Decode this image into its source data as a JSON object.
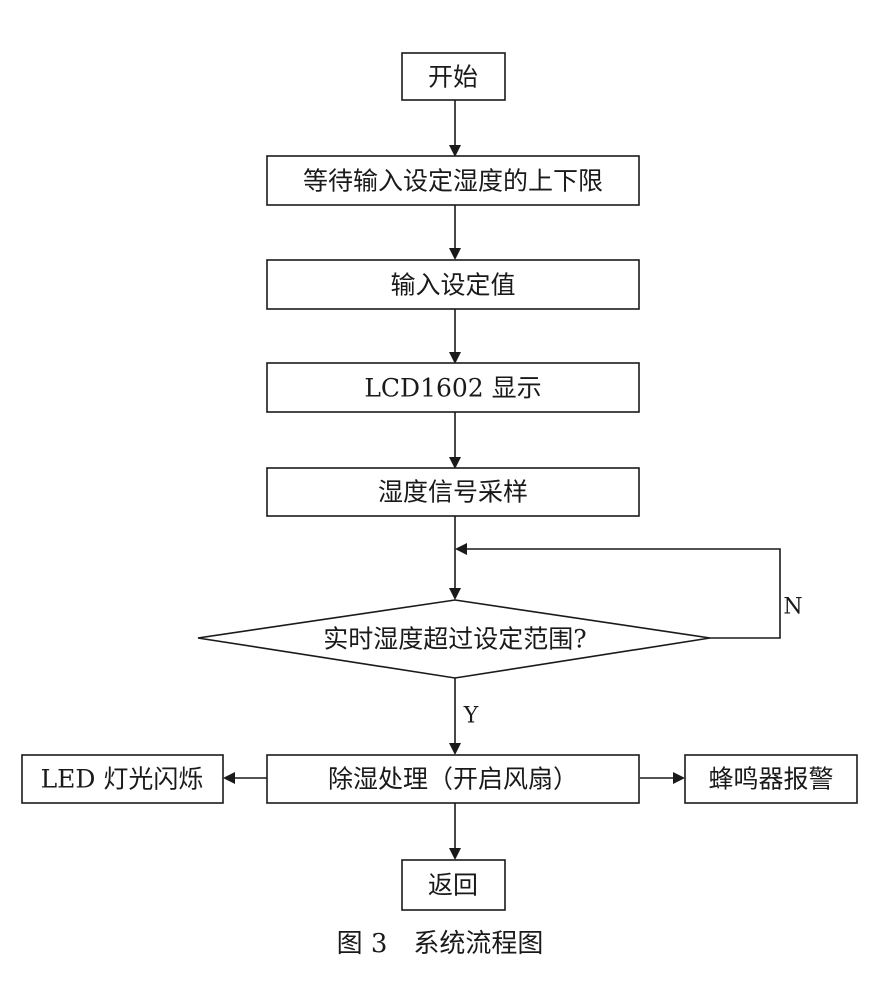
{
  "nodes": {
    "start": "开始",
    "wait_input": "等待输入设定湿度的上下限",
    "input_value": "输入设定值",
    "lcd_display": "LCD1602 显示",
    "sampling": "湿度信号采样",
    "decision": "实时湿度超过设定范围?",
    "dehumidify": "除湿处理（开启风扇）",
    "led": "LED 灯光闪烁",
    "buzzer": "蜂鸣器报警",
    "return": "返回"
  },
  "edges": {
    "no_label": "N",
    "yes_label": "Y"
  },
  "caption": "图 3　系统流程图",
  "colors": {
    "stroke": "#1a1a1a",
    "fill": "#ffffff"
  }
}
